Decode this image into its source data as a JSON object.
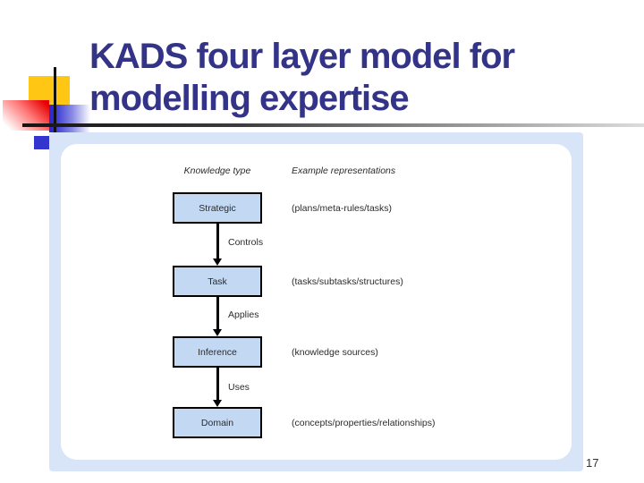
{
  "slide": {
    "title_line1": "KADS four layer model for",
    "title_line2": "modelling expertise",
    "page_number": "17"
  },
  "diagram": {
    "col1_header": "Knowledge type",
    "col2_header": "Example representations",
    "layers": [
      {
        "name": "Strategic",
        "representation": "(plans/meta-rules/tasks)",
        "arrow_label": "Controls"
      },
      {
        "name": "Task",
        "representation": "(tasks/subtasks/structures)",
        "arrow_label": "Applies"
      },
      {
        "name": "Inference",
        "representation": "(knowledge sources)",
        "arrow_label": "Uses"
      },
      {
        "name": "Domain",
        "representation": "(concepts/properties/relationships)",
        "arrow_label": ""
      }
    ]
  },
  "colors": {
    "title_text": "#333388",
    "panel_background": "#d8e5f8",
    "box_fill": "#c3d8f3",
    "box_border": "#000000",
    "accent_gold": "#ffc613",
    "accent_red": "#e80000",
    "accent_blue": "#2b2bd0",
    "small_square_blue": "#3434cf"
  }
}
